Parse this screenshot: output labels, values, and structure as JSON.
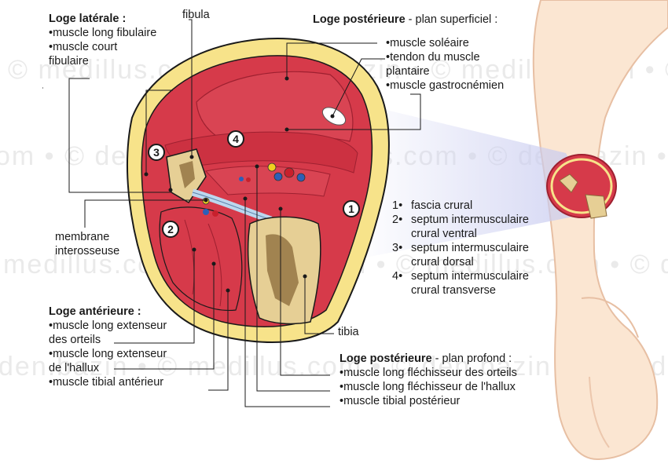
{
  "watermark": {
    "row1": "© medillus.com • © den.bazin • © medillus.com • © den.bazin • © medillus.com",
    "row2": "om • © den.bazin • © medillus.com • © den.bazin • © medillus.com • © den.bazin",
    "row3": "medillus.com • © den.bazin • © medillus.com • © den.bazin • © medillus.com",
    "row4": "den.bazin • © medillus.com • © den.bazin • © medillus.com • © den.bazin"
  },
  "lateral": {
    "title": "Loge latérale :",
    "items": [
      "•muscle long fibulaire",
      "•muscle court",
      "fibulaire"
    ]
  },
  "fibula": "fibula",
  "posterior_superficial": {
    "title": "Loge postérieure",
    "subtitle": " - plan superficiel :",
    "items": [
      "•muscle soléaire",
      "•tendon du muscle",
      "plantaire",
      "•muscle gastrocnémien"
    ]
  },
  "membrane": [
    "membrane",
    "interosseuse"
  ],
  "legend": {
    "items": [
      {
        "num": "1•",
        "lines": [
          "fascia crural"
        ]
      },
      {
        "num": "2•",
        "lines": [
          "septum intermusculaire",
          "crural ventral"
        ]
      },
      {
        "num": "3•",
        "lines": [
          "septum intermusculaire",
          "crural dorsal"
        ]
      },
      {
        "num": "4•",
        "lines": [
          "septum intermusculaire",
          "crural transverse"
        ]
      }
    ]
  },
  "anterior": {
    "title": "Loge antérieure :",
    "items": [
      "•muscle long extenseur",
      "des orteils",
      "•muscle long extenseur",
      "de l'hallux",
      "•muscle tibial antérieur"
    ]
  },
  "tibia": "tibia",
  "posterior_deep": {
    "title": "Loge postérieure",
    "subtitle": " - plan profond :",
    "items": [
      "•muscle long fléchisseur des orteils",
      "•muscle long fléchisseur de l'hallux",
      "•muscle tibial postérieur"
    ]
  },
  "markers": [
    "1",
    "2",
    "3",
    "4"
  ],
  "colors": {
    "muscle": "#d63a4a",
    "muscle_dark": "#b02838",
    "fat": "#f7e38a",
    "bone": "#e6cf95",
    "marrow": "#8a6a3a",
    "skin": "#fbe6d2",
    "vessel_blue": "#2c5fb8",
    "vessel_red": "#c8202c",
    "nerve_yellow": "#f0d020"
  }
}
